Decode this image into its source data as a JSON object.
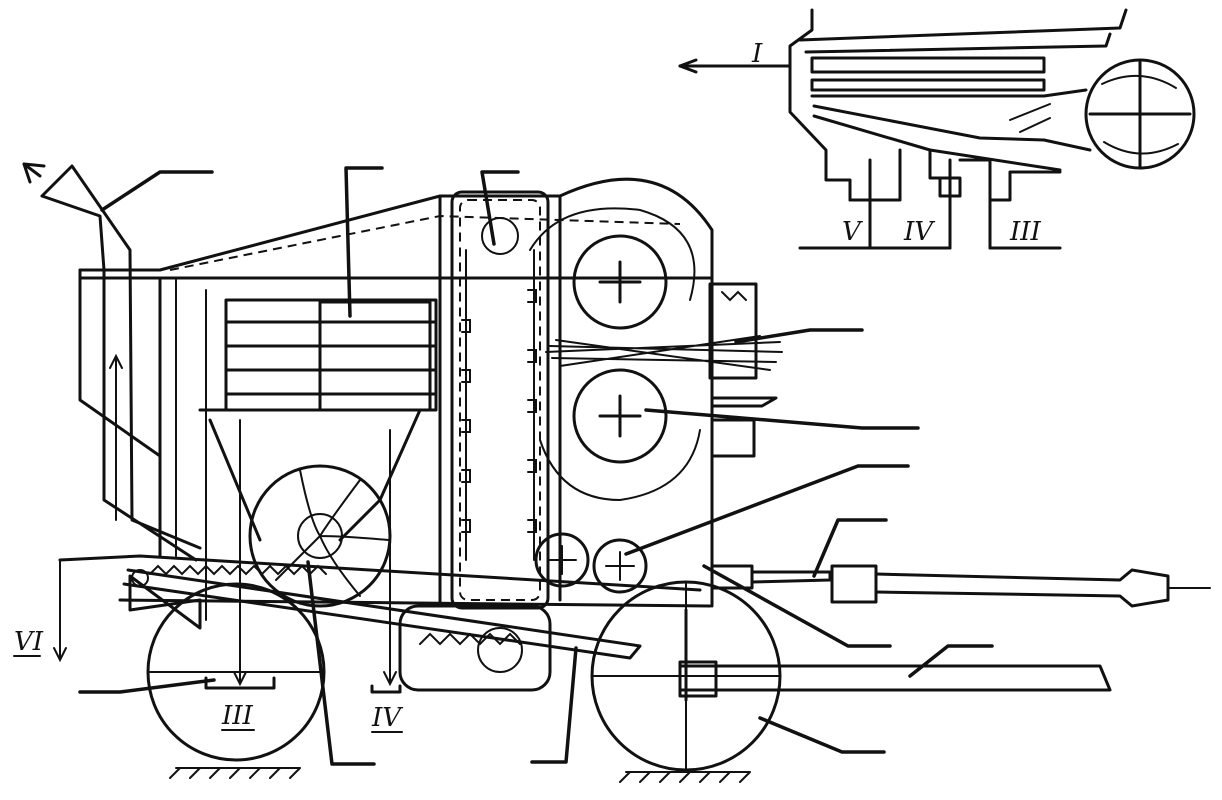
{
  "labels": {
    "stream_I": "I",
    "outlet_III_inset": "III",
    "outlet_IV_inset": "IV",
    "outlet_V_inset": "V",
    "outlet_III_main": "III",
    "outlet_IV_main": "IV",
    "outlet_VI_main": "VI"
  },
  "colors": {
    "ink": "#111111",
    "paper": "#ffffff"
  }
}
